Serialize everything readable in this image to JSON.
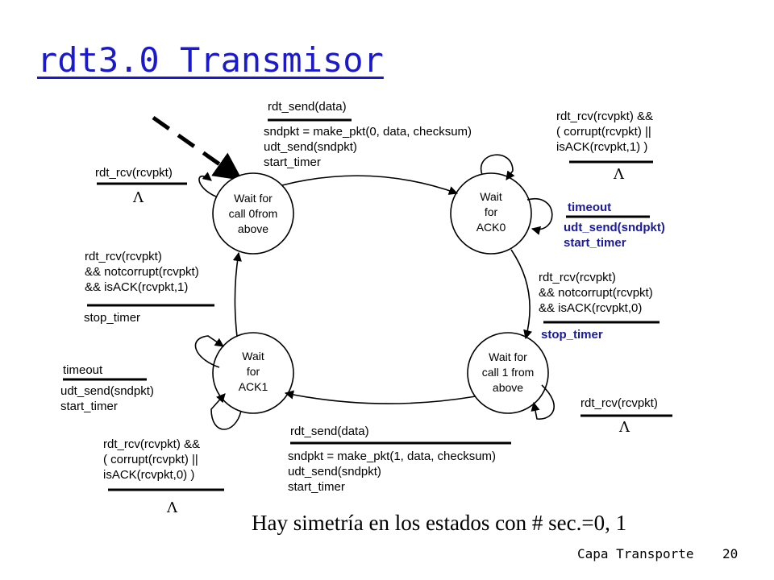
{
  "title": "rdt3.0 Transmisor",
  "states": {
    "wait_call0": "Wait for\ncall 0from\nabove",
    "wait_ack0": "Wait\nfor\nACK0",
    "wait_call1": "Wait for\ncall 1 from\nabove",
    "wait_ack1": "Wait\nfor\nACK1"
  },
  "transitions": {
    "send0_event": "rdt_send(data)",
    "send0_actions": "sndpkt = make_pkt(0, data, checksum)\nudt_send(sndpkt)\nstart_timer",
    "ack0_corrupt_event": "rdt_rcv(rcvpkt) &&\n( corrupt(rcvpkt) ||\nisACK(rcvpkt,1) )",
    "ack0_corrupt_action": "Λ",
    "ack0_timeout_event": "timeout",
    "ack0_timeout_actions": "udt_send(sndpkt)\nstart_timer",
    "ack0_ok_event": "rdt_rcv(rcvpkt)\n&& notcorrupt(rcvpkt)\n&& isACK(rcvpkt,0)",
    "ack0_ok_action": "stop_timer",
    "call1_rcv_event": "rdt_rcv(rcvpkt)",
    "call1_rcv_action": "Λ",
    "send1_event": "rdt_send(data)",
    "send1_actions": "sndpkt = make_pkt(1, data, checksum)\nudt_send(sndpkt)\nstart_timer",
    "ack1_corrupt_event": "rdt_rcv(rcvpkt) &&\n( corrupt(rcvpkt) ||\nisACK(rcvpkt,0) )",
    "ack1_corrupt_action": "Λ",
    "ack1_timeout_event": "timeout",
    "ack1_timeout_actions": "udt_send(sndpkt)\nstart_timer",
    "ack1_ok_event": "rdt_rcv(rcvpkt)\n&& notcorrupt(rcvpkt)\n&& isACK(rcvpkt,1)",
    "ack1_ok_action": "stop_timer",
    "call0_rcv_event": "rdt_rcv(rcvpkt)",
    "call0_rcv_action": "Λ"
  },
  "note": "Hay simetría en los estados con # sec.=0, 1",
  "footer": "Capa Transporte",
  "page_number": "20",
  "colors": {
    "title": "#1a1acc",
    "highlight": "#1a1a9c",
    "lines": "#000000"
  }
}
